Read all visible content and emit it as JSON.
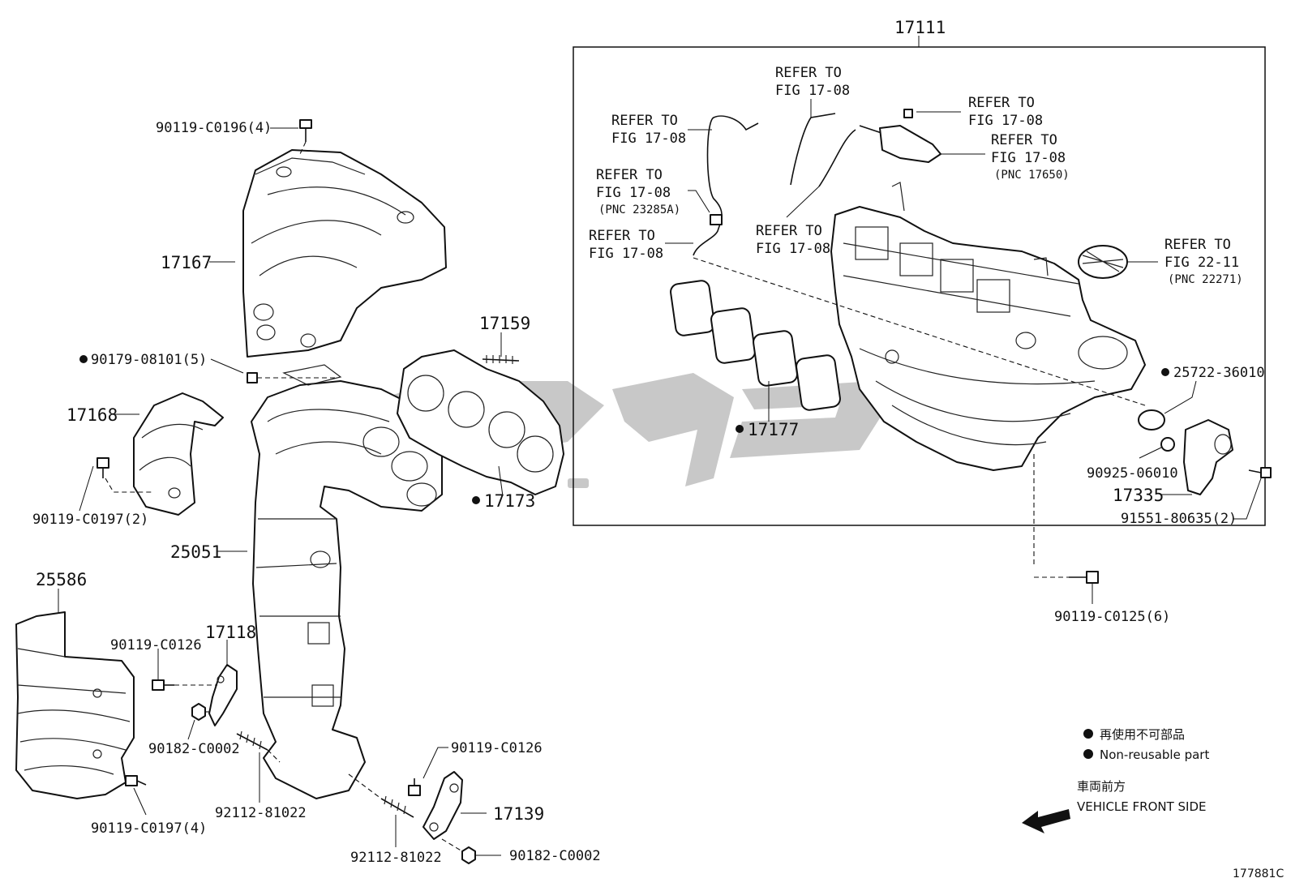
{
  "diagram_id": "177881C",
  "header": {
    "assembly_number": "17111"
  },
  "labels": {
    "p90119_C0196": "90119-C0196(4)",
    "p17167": "17167",
    "p90179_08101": "90179-08101(5)",
    "p17168": "17168",
    "p90119_C0197_2": "90119-C0197(2)",
    "p25051": "25051",
    "p25586": "25586",
    "p17118": "17118",
    "p90119_C0126_a": "90119-C0126",
    "p90182_C0002_a": "90182-C0002",
    "p92112_81022_a": "92112-81022",
    "p90119_C0197_4": "90119-C0197(4)",
    "p90119_C0126_b": "90119-C0126",
    "p17139": "17139",
    "p92112_81022_b": "92112-81022",
    "p90182_C0002_b": "90182-C0002",
    "p17159": "17159",
    "p17173": "17173",
    "p17177": "17177",
    "p25722_36010": "25722-36010",
    "p90925_06010": "90925-06010",
    "p17335": "17335",
    "p91551_80635": "91551-80635(2)",
    "p90119_C0125": "90119-C0125(6)"
  },
  "refer_notes": {
    "r1_l1": "REFER TO",
    "r1_l2": "FIG 17-08",
    "r2_l1": "REFER TO",
    "r2_l2": "FIG 17-08",
    "r3_l1": "REFER TO",
    "r3_l2": "FIG 17-08",
    "r4_l1": "REFER TO",
    "r4_l2": "FIG 17-08",
    "r4_l3": "(PNC 17650)",
    "r5_l1": "REFER TO",
    "r5_l2": "FIG 17-08",
    "r5_l3": "(PNC 23285A)",
    "r6_l1": "REFER TO",
    "r6_l2": "FIG 17-08",
    "r7_l1": "REFER TO",
    "r7_l2": "FIG 17-08",
    "r8_l1": "REFER TO",
    "r8_l2": "FIG 22-11",
    "r8_l3": "(PNC 22271)"
  },
  "legend": {
    "non_reusable_jp": "再使用不可部品",
    "non_reusable_en": "Non-reusable part",
    "front_jp": "車両前方",
    "front_en": "VEHICLE FRONT SIDE"
  }
}
